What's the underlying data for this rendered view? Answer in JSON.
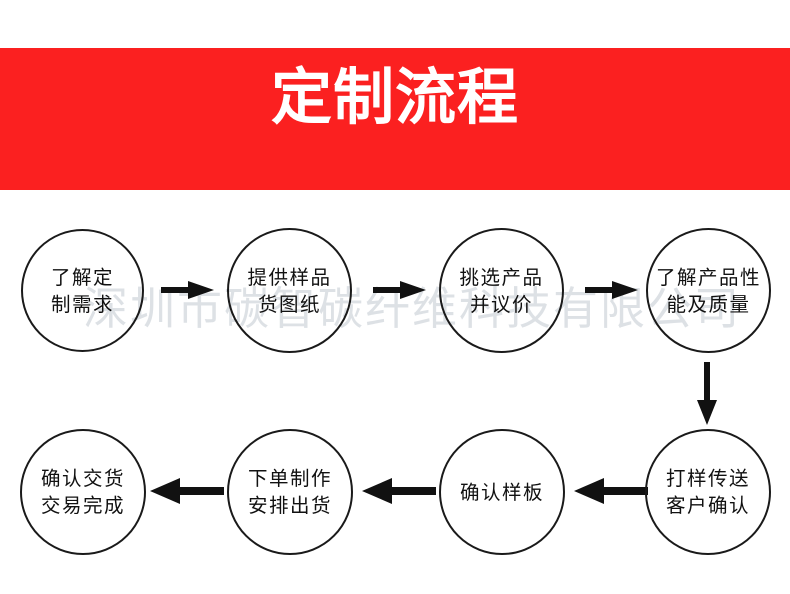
{
  "banner": {
    "title": "定制流程",
    "background_color": "#fb2020",
    "text_color": "#ffffff",
    "underline_color": "#ffffff"
  },
  "watermark": {
    "text": "深圳市碳智碳纤维科技有限公司",
    "color": "#c9cfd6"
  },
  "flow": {
    "node_border_color": "#1a1a1a",
    "arrow_color": "#111111",
    "row1": [
      {
        "id": "step-1",
        "label": "了解定\n制需求"
      },
      {
        "id": "step-2",
        "label": "提供样品\n货图纸"
      },
      {
        "id": "step-3",
        "label": "挑选产品\n并议价"
      },
      {
        "id": "step-4",
        "label": "了解产品性\n能及质量"
      }
    ],
    "row2": [
      {
        "id": "step-8",
        "label": "确认交货\n交易完成"
      },
      {
        "id": "step-7",
        "label": "下单制作\n安排出货"
      },
      {
        "id": "step-6",
        "label": "确认样板"
      },
      {
        "id": "step-5",
        "label": "打样传送\n客户确认"
      }
    ],
    "arrows": {
      "row1_direction": "right",
      "row2_direction": "left",
      "connector_direction": "down"
    }
  }
}
